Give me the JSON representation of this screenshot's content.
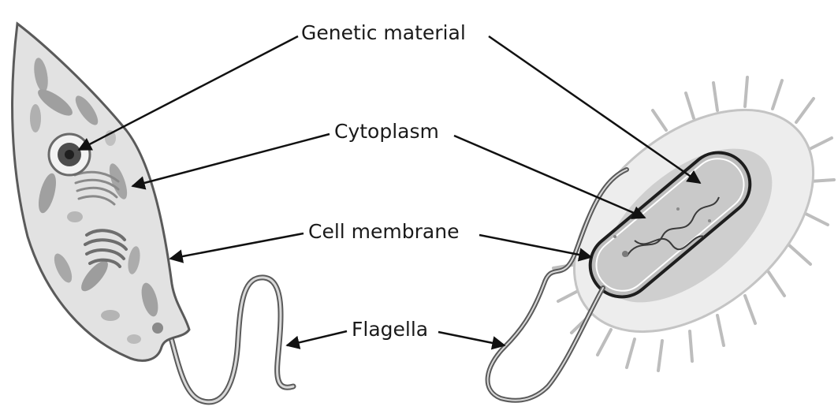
{
  "labels": {
    "genetic_material": "Genetic material",
    "cytoplasm": "Cytoplasm",
    "cell_membrane": "Cell membrane",
    "flagella": "Flagella"
  },
  "colors": {
    "outline": "#555555",
    "cytoplasm_fill": "#e4e4e4",
    "organelle_fill": "#9a9a9a",
    "capsule_fill": "#ededed",
    "arrow": "#111111"
  }
}
